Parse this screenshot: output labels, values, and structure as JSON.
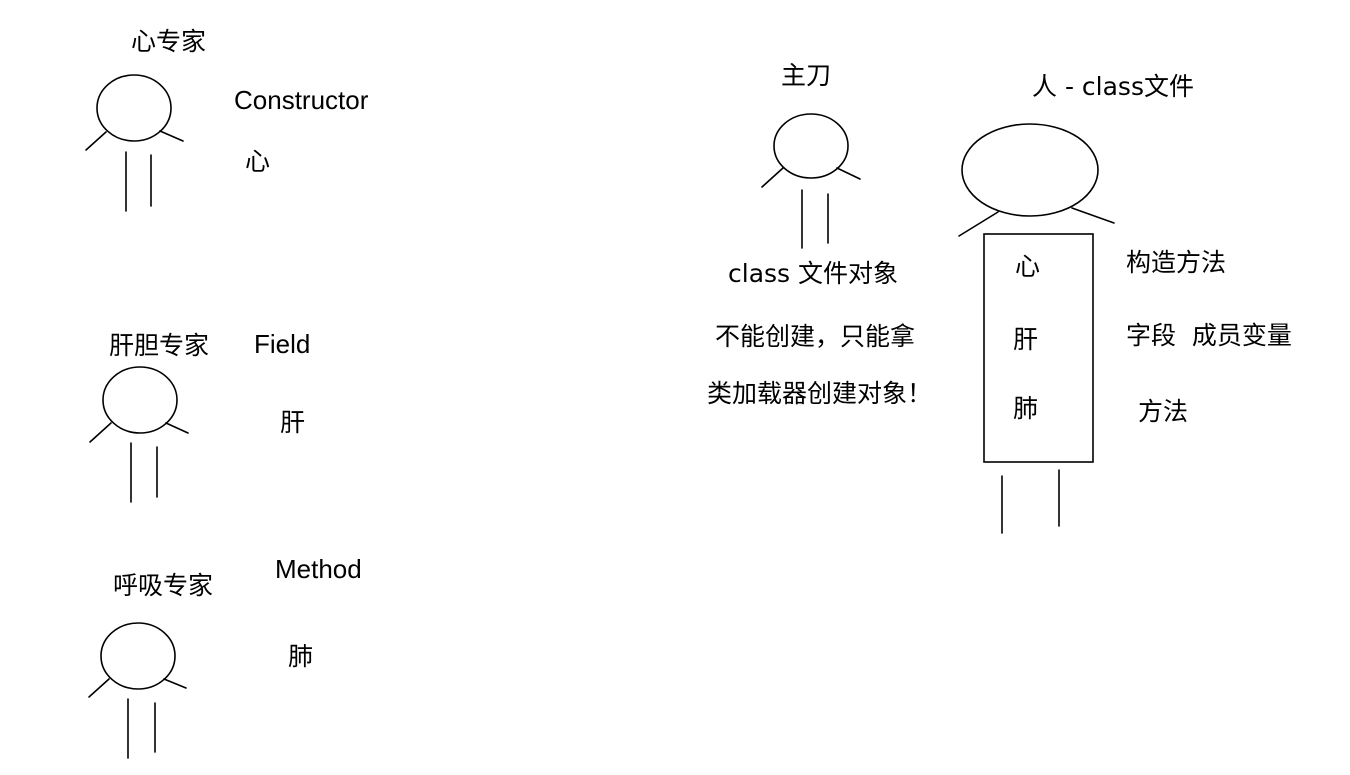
{
  "figures": {
    "heart_expert": {
      "title": "心专家",
      "class_name": "Constructor",
      "organ": "心"
    },
    "liver_expert": {
      "title": "肝胆专家",
      "class_name": "Field",
      "organ": "肝"
    },
    "breath_expert": {
      "title": "呼吸专家",
      "class_name": "Method",
      "organ": "肺"
    },
    "surgeon": {
      "title": "主刀",
      "caption": "class 文件对象",
      "note_line_1": "不能创建，只能拿",
      "note_line_2": "类加载器创建对象！"
    },
    "person": {
      "title": "人 - class文件",
      "organs": [
        "心",
        "肝",
        "肺"
      ],
      "descriptions": [
        "构造方法",
        "字段  成员变量",
        "方法"
      ]
    }
  },
  "colors": {
    "ink": "#000000",
    "background": "#ffffff"
  }
}
